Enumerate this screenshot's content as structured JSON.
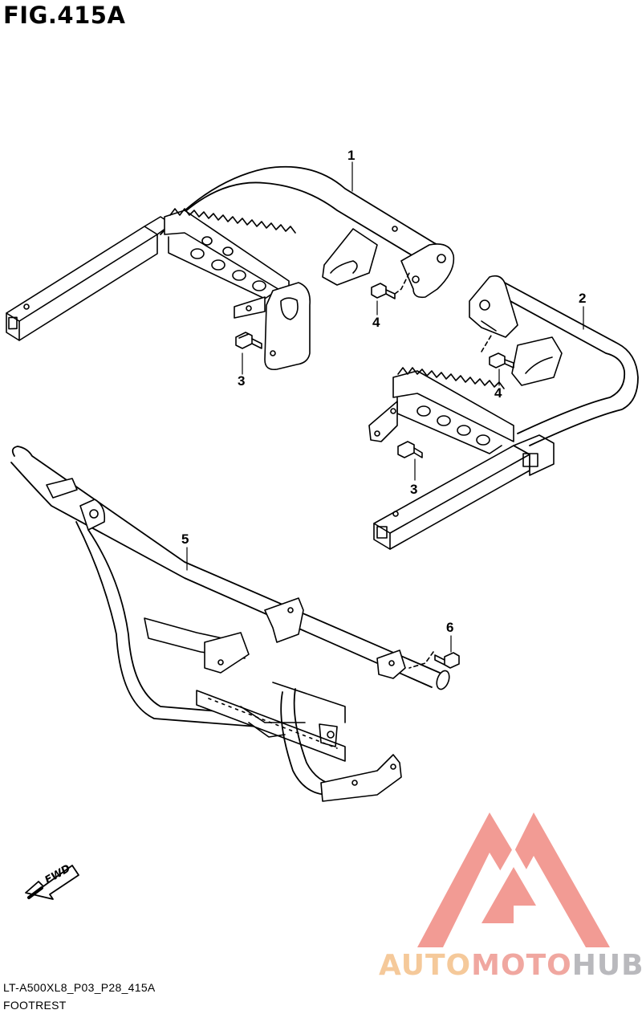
{
  "figure": {
    "title": "FIG.415A",
    "part_code": "LT-A500XL8_P03_P28_415A",
    "section_name": "FOOTREST"
  },
  "callouts": [
    "1",
    "2",
    "3",
    "4",
    "3",
    "4",
    "5",
    "6"
  ],
  "fwd_arrow": {
    "label": "FWD",
    "icon": "fwd-arrow-icon"
  },
  "watermark": {
    "icon": "triangle-logo-icon",
    "part1": "AUTO",
    "part2": "MOTO",
    "part3": "HUB",
    "colors": {
      "part1": "#f5c99a",
      "part2": "#f0a7a0",
      "part3": "#b9b9bd",
      "triangle": "#f08a82"
    }
  }
}
